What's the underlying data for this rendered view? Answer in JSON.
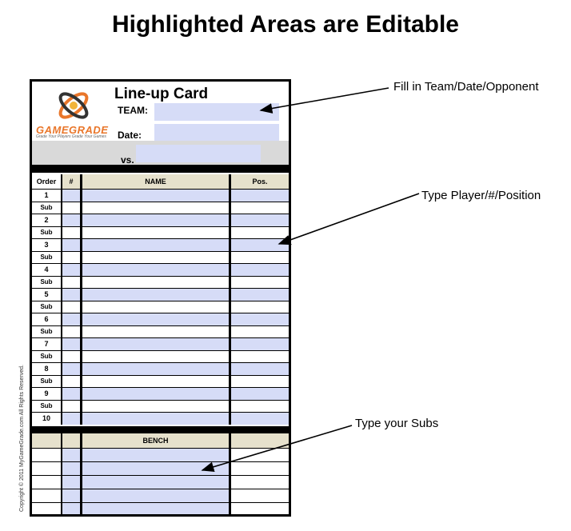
{
  "page_title": "Highlighted Areas are Editable",
  "card": {
    "title": "Line-up Card",
    "team_label": "TEAM:",
    "date_label": "Date:",
    "vs_label": "vs.",
    "logo_text": "GAMEGRADE",
    "logo_tagline": "Grade Your Players Grade Your Games",
    "columns": {
      "order": "Order",
      "number": "#",
      "name": "NAME",
      "pos": "Pos."
    },
    "bench_label": "BENCH",
    "rows": [
      "1",
      "Sub",
      "2",
      "Sub",
      "3",
      "Sub",
      "4",
      "Sub",
      "5",
      "Sub",
      "6",
      "Sub",
      "7",
      "Sub",
      "8",
      "Sub",
      "9",
      "Sub",
      "10"
    ]
  },
  "copyright": "Copyright © 2011 MyGameGrade.com All Rights Reserved.",
  "annotations": {
    "team": "Fill in Team/Date/Opponent",
    "players": "Type Player/#/Position",
    "subs": "Type your Subs"
  },
  "colors": {
    "editable": "#d6dcf7",
    "header_fill": "#e6e1cc",
    "logo_orange": "#e9762a"
  }
}
